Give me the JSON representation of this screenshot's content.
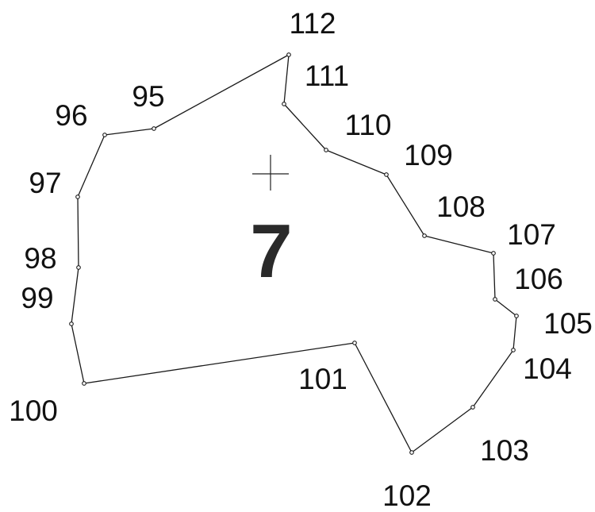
{
  "parcel": {
    "label": "7",
    "outline_color": "#1a1a1a",
    "text_color": "#111111"
  },
  "vertices": [
    {
      "id": "95",
      "label": "95"
    },
    {
      "id": "96",
      "label": "96"
    },
    {
      "id": "97",
      "label": "97"
    },
    {
      "id": "98",
      "label": "98"
    },
    {
      "id": "99",
      "label": "99"
    },
    {
      "id": "100",
      "label": "100"
    },
    {
      "id": "101",
      "label": "101"
    },
    {
      "id": "102",
      "label": "102"
    },
    {
      "id": "103",
      "label": "103"
    },
    {
      "id": "104",
      "label": "104"
    },
    {
      "id": "105",
      "label": "105"
    },
    {
      "id": "106",
      "label": "106"
    },
    {
      "id": "107",
      "label": "107"
    },
    {
      "id": "108",
      "label": "108"
    },
    {
      "id": "109",
      "label": "109"
    },
    {
      "id": "110",
      "label": "110"
    },
    {
      "id": "111",
      "label": "111"
    },
    {
      "id": "112",
      "label": "112"
    }
  ],
  "centroid_marker": "crosshair-icon"
}
